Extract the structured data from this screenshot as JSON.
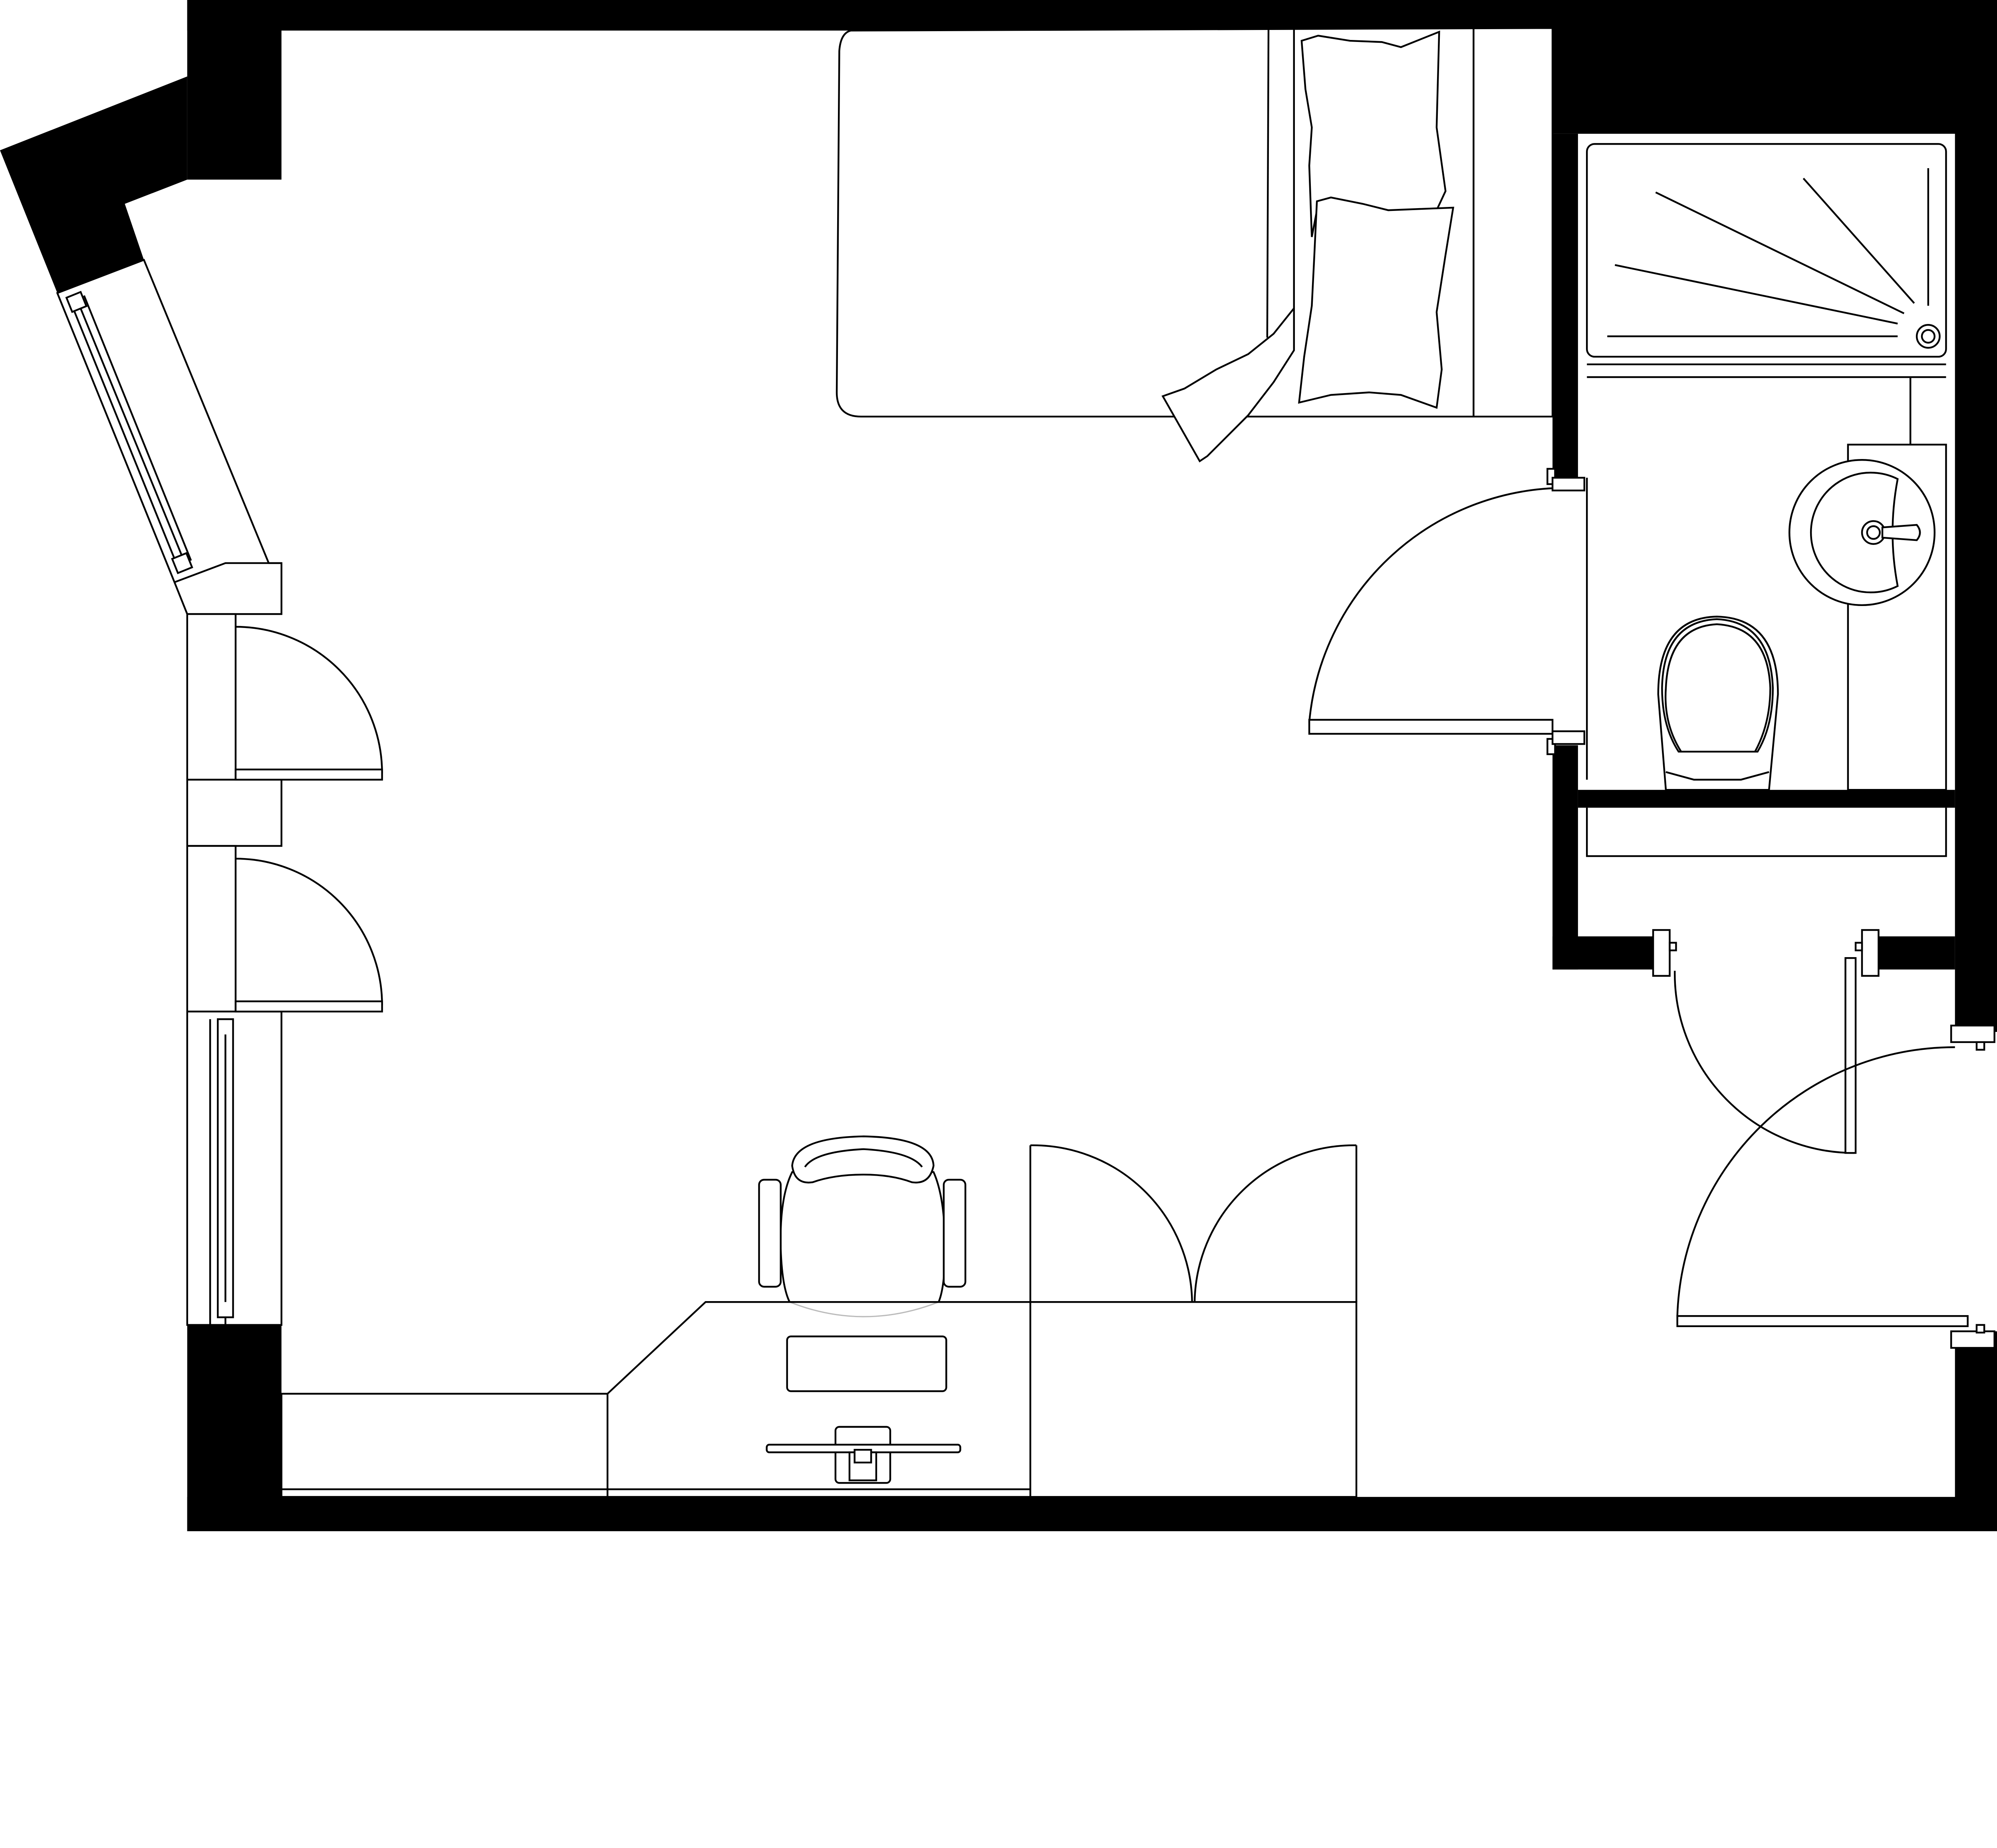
{
  "plan": {
    "wall_color": "#000000",
    "line_color": "#000000",
    "background_color": "#ffffff",
    "rooms": [
      "bedroom",
      "bathroom",
      "entry-corridor"
    ],
    "furniture": [
      "bed",
      "pillows",
      "desk",
      "office-chair",
      "keyboard",
      "monitor",
      "wardrobe",
      "shower-tray",
      "sink",
      "toilet",
      "closet"
    ]
  }
}
